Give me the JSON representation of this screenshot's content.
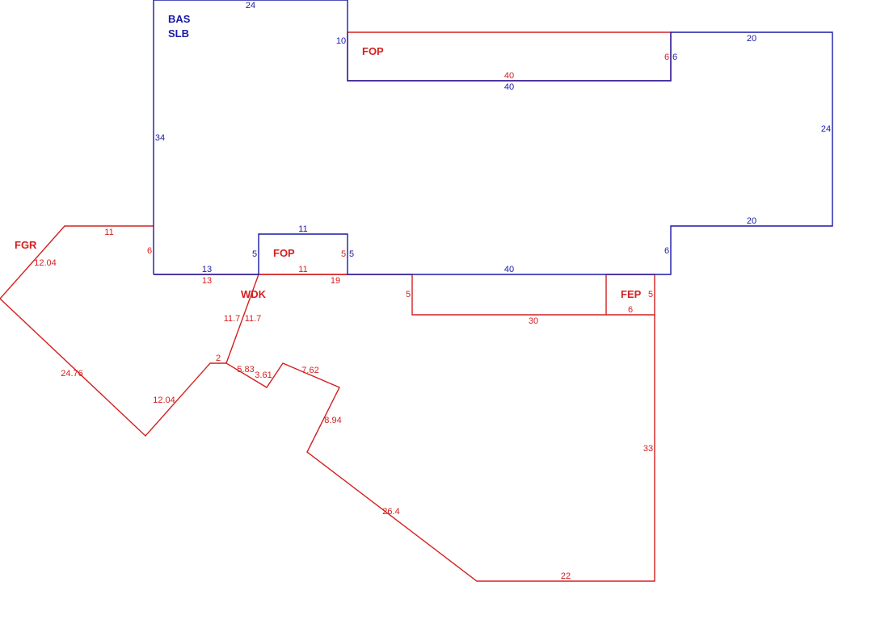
{
  "colors": {
    "blue": "#1a1aa6",
    "red": "#d42020"
  },
  "areas": {
    "bas": "BAS",
    "slb": "SLB",
    "fop_top": "FOP",
    "fop_bottom": "FOP",
    "fgr": "FGR",
    "wdk": "WDK",
    "fep": "FEP"
  },
  "dims": {
    "bas_top": "24",
    "bas_step": "10",
    "fop_top_right": "6",
    "bas_right_step": "6",
    "bas_top_right": "20",
    "fop_top_bottom_red": "40",
    "fop_top_bottom_blue": "40",
    "bas_left": "34",
    "bas_right": "24",
    "bas_lower_right_top": "20",
    "fop_bottom_top": "11",
    "bas_lower_left": "6",
    "bas_fop_left": "5",
    "fop_bottom_right_red": "5",
    "fop_bottom_right_blue": "5",
    "bas_lower_right_step": "6",
    "bas_bottom_left_blue": "13",
    "bas_bottom_left_red": "13",
    "fop_bottom_bottom": "11",
    "wdk_top_right": "19",
    "bas_bottom_right": "40",
    "fgr_top": "11",
    "fgr_left_top": "12.04",
    "fgr_bottom_left": "24.76",
    "fgr_bottom_right": "12.04",
    "wdk_top_step": "5",
    "fep_right": "5",
    "fep_bottom": "6",
    "wdk_bottom_top": "30",
    "wdk_diag_a": "11.7",
    "wdk_diag_b": "11.7",
    "wdk_small": "2",
    "wdk_seg1": "5.83",
    "wdk_seg2": "3.61",
    "wdk_seg3": "7.62",
    "wdk_seg4": "8.94",
    "wdk_right": "33",
    "wdk_diag_long": "26.4",
    "wdk_bottom": "22"
  }
}
